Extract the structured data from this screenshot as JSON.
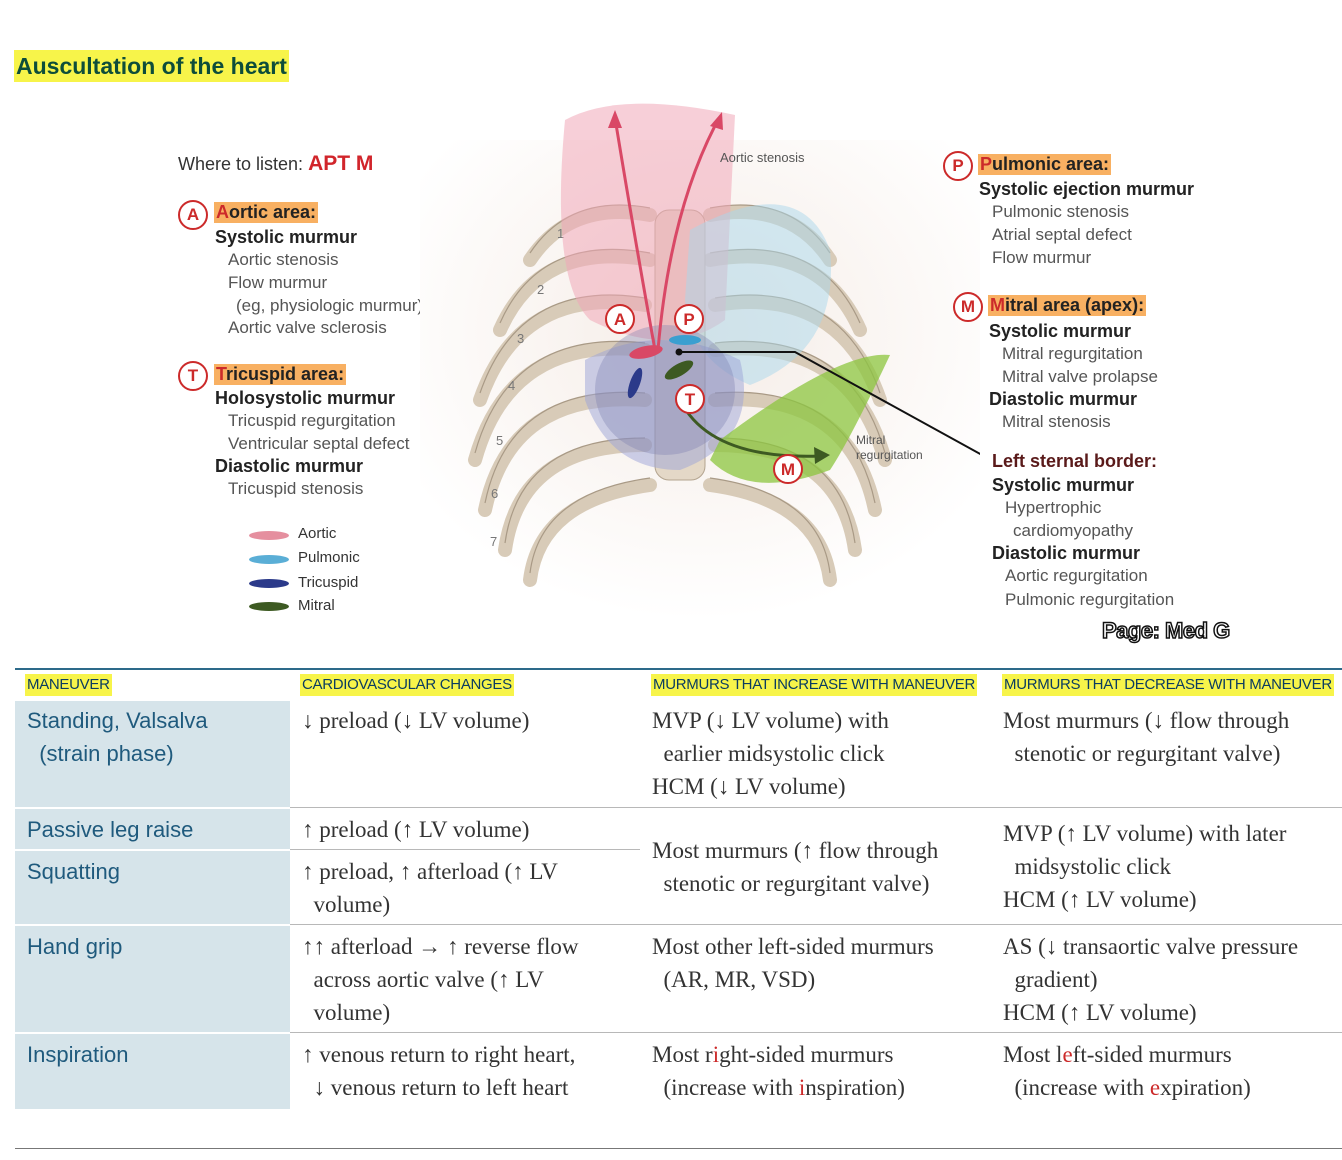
{
  "title": "Auscultation of the heart",
  "where": {
    "label": "Where to listen:",
    "mnemonic": "APT M"
  },
  "areas": {
    "aortic": {
      "badge": "A",
      "first": "A",
      "rest": "ortic area:",
      "sub1": "Systolic murmur",
      "items": [
        "Aortic stenosis",
        "Flow murmur",
        "(eg, physiologic murmur)",
        "Aortic valve sclerosis"
      ]
    },
    "tricuspid": {
      "badge": "T",
      "first": "T",
      "rest": "ricuspid area:",
      "sub1": "Holosystolic murmur",
      "items1": [
        "Tricuspid regurgitation",
        "Ventricular septal defect"
      ],
      "sub2": "Diastolic murmur",
      "items2": [
        "Tricuspid stenosis"
      ]
    },
    "pulmonic": {
      "badge": "P",
      "first": "P",
      "rest": "ulmonic area:",
      "sub1": "Systolic ejection murmur",
      "items": [
        "Pulmonic stenosis",
        "Atrial septal defect",
        "Flow murmur"
      ]
    },
    "mitral": {
      "badge": "M",
      "first": "M",
      "rest": "itral area (apex):",
      "sub1": "Systolic murmur",
      "items1": [
        "Mitral regurgitation",
        "Mitral valve prolapse"
      ],
      "sub2": "Diastolic murmur",
      "items2": [
        "Mitral stenosis"
      ]
    },
    "lsb": {
      "head": "Left sternal border:",
      "sub1": "Systolic murmur",
      "items1": [
        "Hypertrophic",
        "cardiomyopathy"
      ],
      "sub2": "Diastolic murmur",
      "items2": [
        "Aortic regurgitation",
        "Pulmonic regurgitation"
      ]
    }
  },
  "diagram": {
    "aortic_stenosis_label": "Aortic stenosis",
    "mitral_regurg_label": [
      "Mitral",
      "regurgitation"
    ],
    "rib_numbers": [
      "1",
      "2",
      "3",
      "4",
      "5",
      "6",
      "7"
    ],
    "badges": [
      "A",
      "P",
      "T",
      "M"
    ]
  },
  "legend": [
    {
      "label": "Aortic",
      "color": "#e58f9f"
    },
    {
      "label": "Pulmonic",
      "color": "#5aaed6"
    },
    {
      "label": "Tricuspid",
      "color": "#2b3a8a"
    },
    {
      "label": "Mitral",
      "color": "#3d5a22"
    }
  ],
  "watermark": "Page: Med G",
  "table": {
    "headers": [
      "MANEUVER",
      "CARDIOVASCULAR CHANGES",
      "MURMURS THAT INCREASE WITH MANEUVER",
      "MURMURS THAT DECREASE WITH MANEUVER"
    ],
    "rows": [
      {
        "maneuver": "Standing, Valsalva\n  (strain phase)",
        "changes": "↓ preload (↓ LV volume)",
        "increase": "MVP (↓ LV volume) with\n  earlier midsystolic click\nHCM (↓ LV volume)",
        "decrease": "Most murmurs (↓ flow through\n  stenotic or regurgitant valve)"
      },
      {
        "maneuver": "Passive leg raise",
        "changes": "↑ preload (↑ LV volume)"
      },
      {
        "maneuver": "Squatting",
        "changes": "↑ preload, ↑ afterload (↑ LV\n  volume)"
      },
      {
        "shared_increase": "Most murmurs (↑ flow through\n  stenotic or regurgitant valve)",
        "shared_decrease": "MVP (↑ LV volume) with later\n  midsystolic click\nHCM (↑ LV volume)"
      },
      {
        "maneuver": "Hand grip",
        "changes": "↑↑ afterload → ↑ reverse flow\n  across aortic valve (↑ LV\n  volume)",
        "increase": "Most other left-sided murmurs\n  (AR, MR, VSD)",
        "decrease": "AS (↓ transaortic valve pressure\n  gradient)\nHCM (↑ LV volume)"
      },
      {
        "maneuver": "Inspiration",
        "changes": "↑ venous return to right heart,\n  ↓ venous return to left heart",
        "increase_a": "Most r",
        "increase_b": "i",
        "increase_c": "ght-sided murmurs",
        "increase_d": "  (increase with ",
        "increase_e": "i",
        "increase_f": "nspiration)",
        "decrease_a": "Most l",
        "decrease_b": "e",
        "decrease_c": "ft-sided murmurs",
        "decrease_d": "  (increase with ",
        "decrease_e": "e",
        "decrease_f": "xpiration)"
      }
    ]
  }
}
